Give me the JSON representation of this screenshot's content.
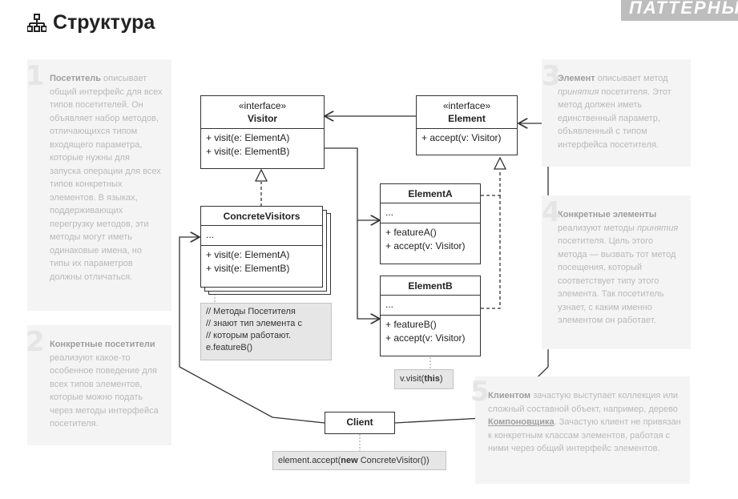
{
  "title": "Структура",
  "banner": "ПАТТЕРНЫ",
  "notes": {
    "n1": {
      "num": "1",
      "bold": "Посетитель",
      "text": " описывает общий интерфейс для всех типов посетителей. Он объявляет набор методов, отличающихся типом входящего параметра, которые нужны для запуска операции для всех типов конкретных элементов. В языках, поддерживающих перегрузку методов, эти методы могут иметь одинаковые имена, но типы их параметров должны отличаться."
    },
    "n2": {
      "num": "2",
      "bold": "Конкретные посетители",
      "text": " реализуют какое-то особенное поведение для всех типов элементов, которые можно подать через методы интерфейса посетителя."
    },
    "n3": {
      "num": "3",
      "bold": "Элемент",
      "text1": " описывает метод ",
      "italic": "принятия",
      "text2": " посетителя. Этот метод должен иметь единственный параметр, объявленный с типом интерфейса посетителя."
    },
    "n4": {
      "num": "4",
      "bold": "Конкретные элементы",
      "text1": " реализуют методы ",
      "italic": "принятия",
      "text2": " посетителя. Цель этого метода — вызвать тот метод посещения, который соответствует типу этого элемента. Так посетитель узнает, с каким именно элементом он работает."
    },
    "n5": {
      "num": "5",
      "bold": "Клиентом",
      "text1": " зачастую выступает коллекция или сложный составной объект, например, дерево ",
      "link": "Компоновщика",
      "text2": ". Зачастую клиент не привязан к конкретным классам элементов, работая с ними через общий интерфейс элементов."
    }
  },
  "boxes": {
    "visitor": {
      "stereotype": "«interface»",
      "name": "Visitor",
      "methods": [
        "+ visit(e: ElementA)",
        "+ visit(e: ElementB)"
      ]
    },
    "element": {
      "stereotype": "«interface»",
      "name": "Element",
      "methods": [
        "+ accept(v: Visitor)"
      ]
    },
    "concrete_visitors": {
      "name": "ConcreteVisitors",
      "fields": "...",
      "methods": [
        "+ visit(e: ElementA)",
        "+ visit(e: ElementB)"
      ]
    },
    "element_a": {
      "name": "ElementA",
      "fields": "...",
      "methods": [
        "+ featureA()",
        "+ accept(v: Visitor)"
      ]
    },
    "element_b": {
      "name": "ElementB",
      "fields": "...",
      "methods": [
        "+ featureB()",
        "+ accept(v: Visitor)"
      ]
    },
    "client": {
      "name": "Client"
    }
  },
  "code_notes": {
    "visitor_comment": [
      "// Методы Посетителя",
      "// знают тип элемента с",
      "// которым работают.",
      "e.featureB()"
    ],
    "visit_this": {
      "pre": "v.visit(",
      "bold": "this",
      "post": ")"
    },
    "client_accept": {
      "pre": "element.accept(",
      "bold": "new",
      "post": " ConcreteVisitor())"
    }
  }
}
